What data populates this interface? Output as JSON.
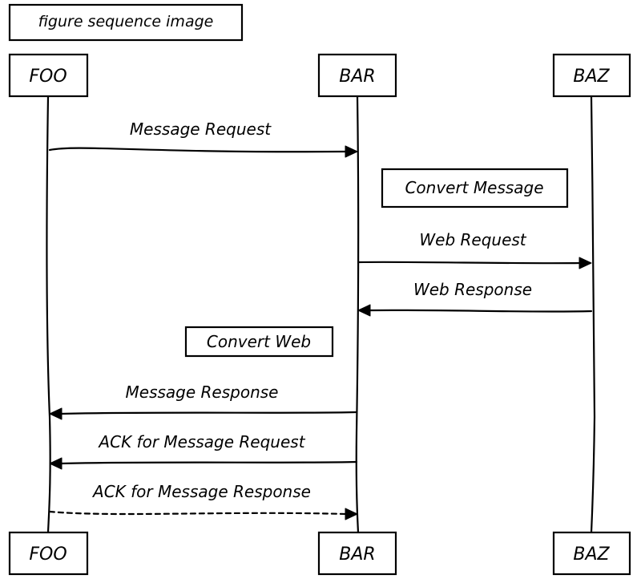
{
  "diagram": {
    "title": "figure sequence image",
    "participants": [
      {
        "id": "foo",
        "label": "FOO"
      },
      {
        "id": "bar",
        "label": "BAR"
      },
      {
        "id": "baz",
        "label": "BAZ"
      }
    ],
    "messages": [
      {
        "from": "FOO",
        "to": "BAR",
        "label": "Message Request",
        "style": "solid"
      },
      {
        "note_over": "BAR",
        "label": "Convert Message"
      },
      {
        "from": "BAR",
        "to": "BAZ",
        "label": "Web Request",
        "style": "solid"
      },
      {
        "from": "BAZ",
        "to": "BAR",
        "label": "Web Response",
        "style": "solid"
      },
      {
        "note_over": "BAR",
        "label": "Convert Web"
      },
      {
        "from": "BAR",
        "to": "FOO",
        "label": "Message Response",
        "style": "solid"
      },
      {
        "from": "BAR",
        "to": "FOO",
        "label": "ACK for Message Request",
        "style": "solid"
      },
      {
        "from": "FOO",
        "to": "BAR",
        "label": "ACK for Message Response",
        "style": "dashed"
      }
    ],
    "stroke_color": "#000000",
    "background_color": "#ffffff"
  }
}
